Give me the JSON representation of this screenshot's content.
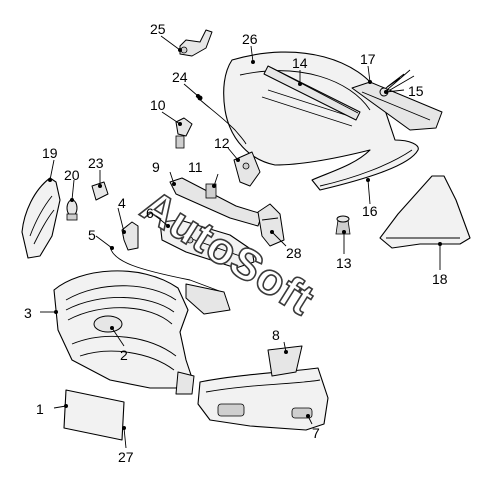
{
  "watermark": "AutoSoft",
  "callouts": {
    "c1": "1",
    "c2": "2",
    "c3": "3",
    "c4": "4",
    "c5": "5",
    "c6": "6",
    "c7": "7",
    "c8": "8",
    "c9": "9",
    "c10": "10",
    "c11": "11",
    "c12": "12",
    "c13": "13",
    "c14": "14",
    "c15": "15",
    "c16": "16",
    "c17": "17",
    "c18": "18",
    "c19": "19",
    "c20": "20",
    "c23": "23",
    "c24": "24",
    "c25": "25",
    "c26": "26",
    "c27": "27",
    "c28": "28"
  }
}
